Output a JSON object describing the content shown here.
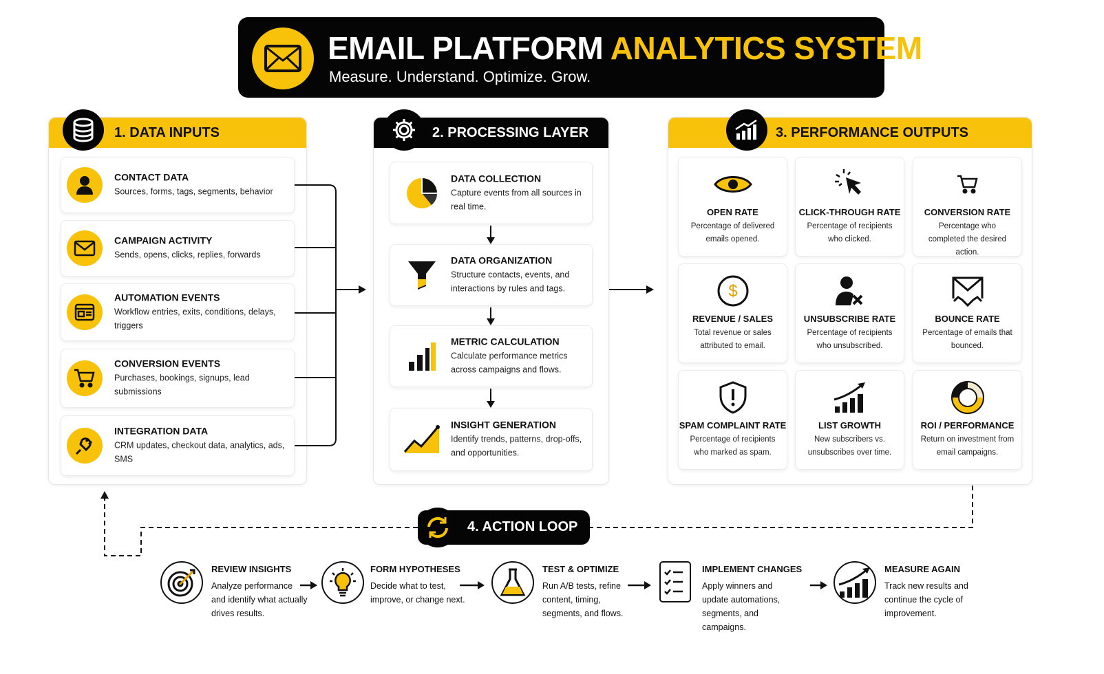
{
  "header": {
    "title_white": "EMAIL PLATFORM",
    "title_yellow": "ANALYTICS SYSTEM",
    "subtitle": "Measure. Understand. Optimize. Grow."
  },
  "colors": {
    "accent": "#f8c20b",
    "dark": "#050505"
  },
  "inputs": {
    "title": "1. DATA INPUTS",
    "icon": "database-icon",
    "items": [
      {
        "title": "CONTACT DATA",
        "desc": "Sources, forms, tags, segments, behavior",
        "icon": "user-icon"
      },
      {
        "title": "CAMPAIGN ACTIVITY",
        "desc": "Sends, opens, clicks, replies, forwards",
        "icon": "envelope-icon"
      },
      {
        "title": "AUTOMATION EVENTS",
        "desc": "Workflow entries, exits, conditions, delays, triggers",
        "icon": "browser-window-icon"
      },
      {
        "title": "CONVERSION EVENTS",
        "desc": "Purchases, bookings, signups, lead submissions",
        "icon": "cart-icon"
      },
      {
        "title": "INTEGRATION DATA",
        "desc": "CRM updates, checkout data, analytics, ads, SMS",
        "icon": "plug-icon"
      }
    ]
  },
  "processing": {
    "title": "2. PROCESSING LAYER",
    "icon": "gear-icon",
    "items": [
      {
        "title": "DATA COLLECTION",
        "desc": "Capture events from all sources in real time.",
        "icon": "pie-chart-icon"
      },
      {
        "title": "DATA ORGANIZATION",
        "desc": "Structure contacts, events, and interactions by rules and tags.",
        "icon": "funnel-icon"
      },
      {
        "title": "METRIC CALCULATION",
        "desc": "Calculate performance metrics across campaigns and flows.",
        "icon": "bar-chart-icon"
      },
      {
        "title": "INSIGHT GENERATION",
        "desc": "Identify trends, patterns, drop-offs, and opportunities.",
        "icon": "trend-area-icon"
      }
    ]
  },
  "outputs": {
    "title": "3. PERFORMANCE OUTPUTS",
    "icon": "growth-chart-icon",
    "items": [
      {
        "title": "OPEN RATE",
        "desc": "Percentage of delivered emails opened.",
        "icon": "eye-icon"
      },
      {
        "title": "CLICK-THROUGH RATE",
        "desc": "Percentage of recipients who clicked.",
        "icon": "cursor-click-icon"
      },
      {
        "title": "CONVERSION RATE",
        "desc": "Percentage who completed the desired action.",
        "icon": "cart-icon"
      },
      {
        "title": "REVENUE / SALES",
        "desc": "Total revenue or sales attributed to email.",
        "icon": "dollar-icon"
      },
      {
        "title": "UNSUBSCRIBE RATE",
        "desc": "Percentage of recipients who unsubscribed.",
        "icon": "user-remove-icon"
      },
      {
        "title": "BOUNCE RATE",
        "desc": "Percentage of emails that bounced.",
        "icon": "bounced-mail-icon"
      },
      {
        "title": "SPAM COMPLAINT RATE",
        "desc": "Percentage of recipients who marked as spam.",
        "icon": "shield-alert-icon"
      },
      {
        "title": "LIST GROWTH",
        "desc": "New subscribers vs. unsubscribes over time.",
        "icon": "growth-chart-icon"
      },
      {
        "title": "ROI / PERFORMANCE",
        "desc": "Return on investment from email campaigns.",
        "icon": "donut-chart-icon"
      }
    ]
  },
  "loop": {
    "title": "4. ACTION LOOP",
    "icon": "refresh-icon",
    "steps": [
      {
        "title": "REVIEW INSIGHTS",
        "desc": "Analyze performance and identify what actually drives results.",
        "icon": "target-icon"
      },
      {
        "title": "FORM HYPOTHESES",
        "desc": "Decide what to test, improve, or change next.",
        "icon": "lightbulb-icon"
      },
      {
        "title": "TEST & OPTIMIZE",
        "desc": "Run A/B tests, refine content, timing, segments, and flows.",
        "icon": "flask-icon"
      },
      {
        "title": "IMPLEMENT CHANGES",
        "desc": "Apply winners and update automations, segments, and campaigns.",
        "icon": "checklist-icon"
      },
      {
        "title": "MEASURE AGAIN",
        "desc": "Track new results and continue the cycle of improvement.",
        "icon": "growth-chart-icon"
      }
    ]
  }
}
